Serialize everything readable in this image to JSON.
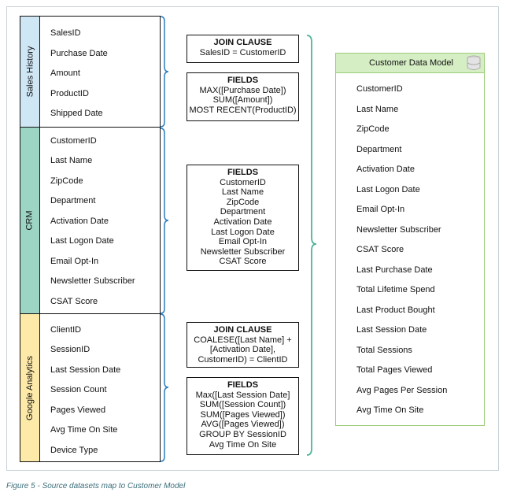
{
  "sources": [
    {
      "label": "Sales History",
      "fields": [
        "SalesID",
        "Purchase Date",
        "Amount",
        "ProductID",
        "Shipped Date"
      ]
    },
    {
      "label": "CRM",
      "fields": [
        "CustomerID",
        "Last Name",
        "ZipCode",
        "Department",
        "Activation Date",
        "Last Logon Date",
        "Email Opt-In",
        "Newsletter Subscriber",
        "CSAT Score"
      ]
    },
    {
      "label": "Google Analytics",
      "fields": [
        "ClientID",
        "SessionID",
        "Last Session Date",
        "Session Count",
        "Pages Viewed",
        "Avg Time On Site",
        "Device Type"
      ]
    }
  ],
  "rules": {
    "sales_join": {
      "title": "JOIN CLAUSE",
      "lines": [
        "SalesID = CustomerID"
      ]
    },
    "sales_fields": {
      "title": "FIELDS",
      "lines": [
        "MAX([Purchase Date])",
        "SUM([Amount])",
        "MOST RECENT(ProductID)"
      ]
    },
    "crm_fields": {
      "title": "FIELDS",
      "lines": [
        "CustomerID",
        "Last Name",
        "ZipCode",
        "Department",
        "Activation Date",
        "Last Logon Date",
        "Email Opt-In",
        "Newsletter Subscriber",
        "CSAT Score"
      ]
    },
    "ga_join": {
      "title": "JOIN CLAUSE",
      "lines": [
        "COALESE([Last Name] +",
        "[Activation Date],",
        "CustomerID) = ClientID"
      ]
    },
    "ga_fields": {
      "title": "FIELDS",
      "lines": [
        "Max([Last Session Date]",
        "SUM([Session Count])",
        "SUM([Pages Viewed])",
        "AVG([Pages Viewed])",
        "GROUP BY SessionID",
        "Avg Time On Site"
      ]
    }
  },
  "target": {
    "title": "Customer Data Model",
    "icon": "database-icon",
    "fields": [
      "CustomerID",
      "Last Name",
      "ZipCode",
      "Department",
      "Activation Date",
      "Last Logon Date",
      "Email Opt-In",
      "Newsletter Subscriber",
      "CSAT Score",
      "Last Purchase Date",
      "Total Lifetime Spend",
      "Last Product Bought",
      "Last Session Date",
      "Total Sessions",
      "Total Pages Viewed",
      "Avg Pages Per Session",
      "Avg Time On Site"
    ]
  },
  "colors": {
    "brace": "#2b7fc0",
    "big_brace": "#4fb39a",
    "target_header": "#d5eec4",
    "sales_tab": "#cfe6f5",
    "crm_tab": "#9dd5c5",
    "ga_tab": "#fdeaa8"
  },
  "caption": "Figure 5 - Source datasets map to Customer Model"
}
